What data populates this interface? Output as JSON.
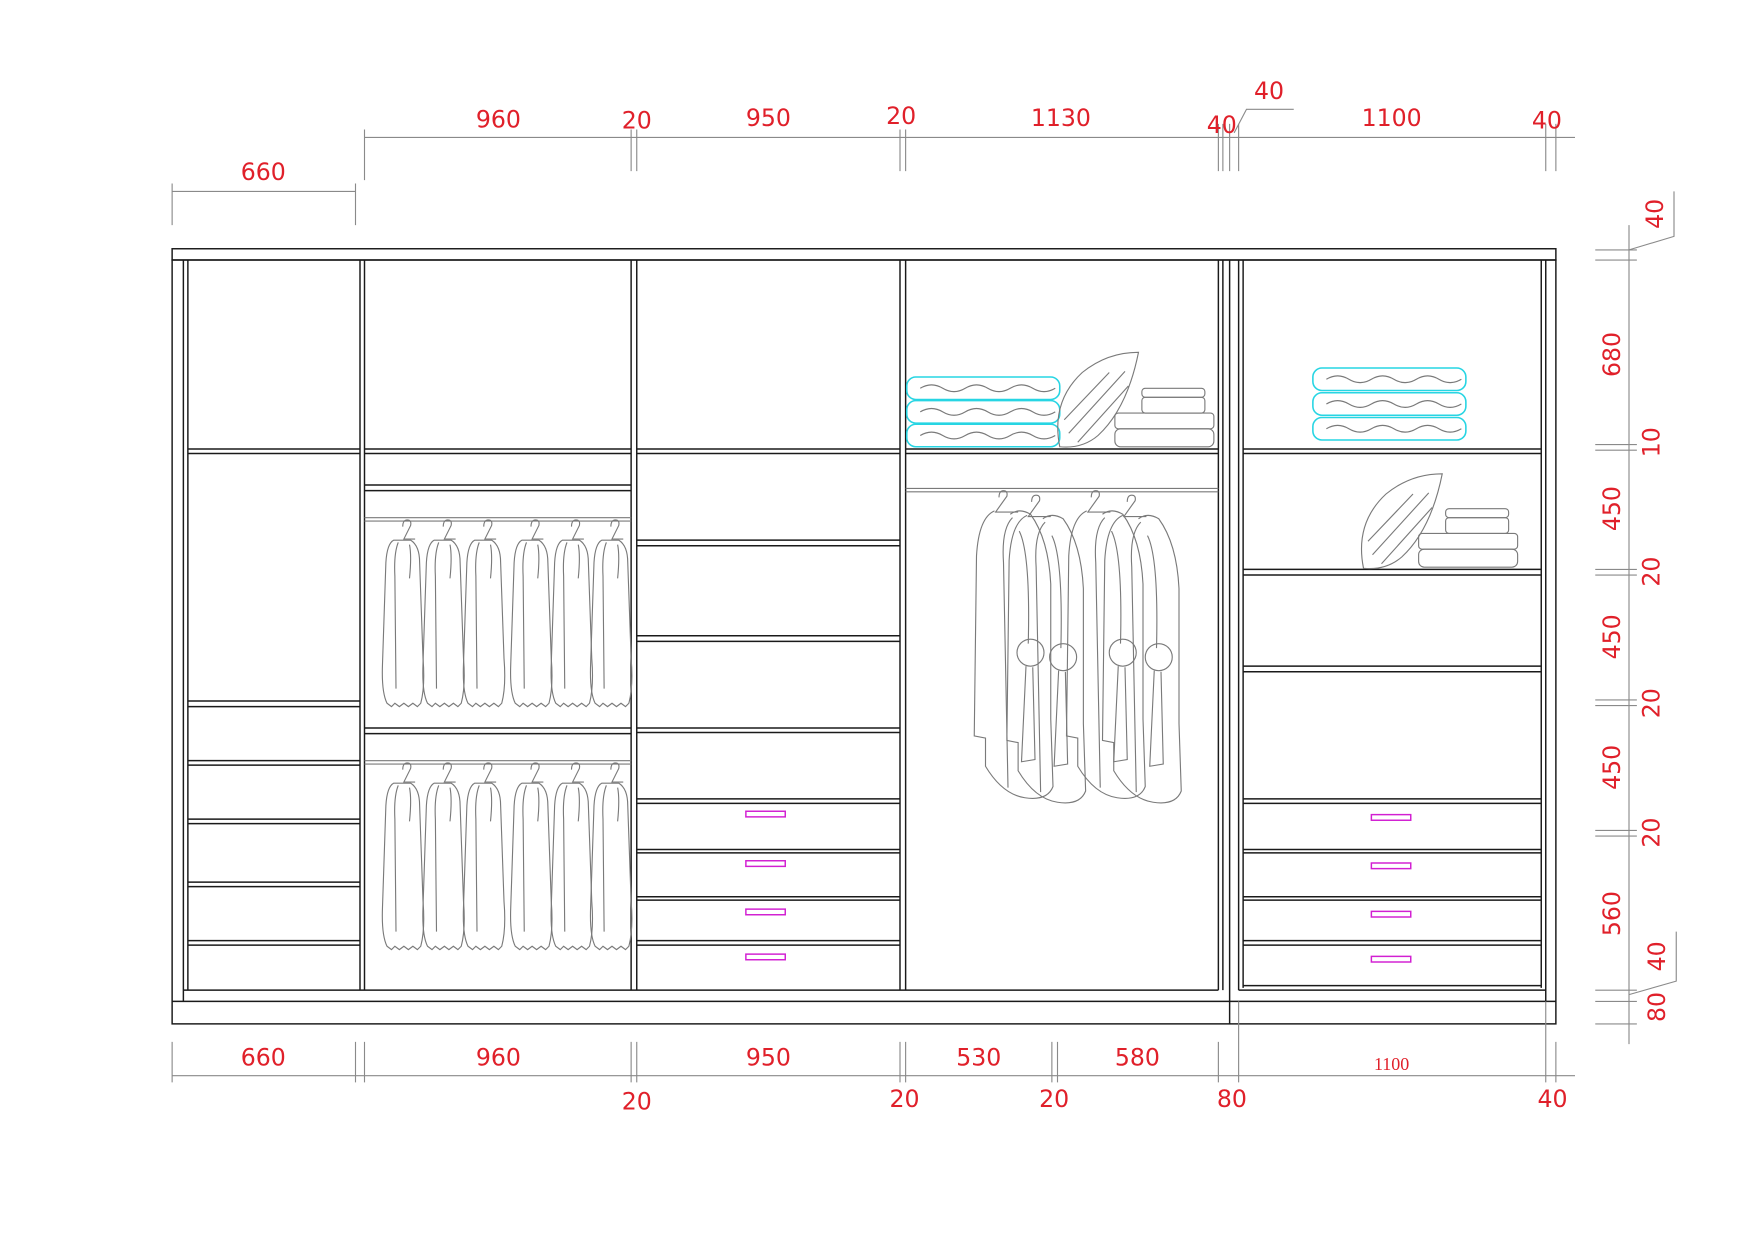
{
  "colors": {
    "dimension_text": "#e0202a",
    "lines": "#1a1a1a",
    "towels": "#27d5e3",
    "handles": "#d21fd2",
    "clothes": "#7a7a7a"
  },
  "top_dims": {
    "c1": "660",
    "c2": "960",
    "g1": "20",
    "c3": "950",
    "g2": "20",
    "c4": "1130",
    "g3": "40",
    "leader": "40",
    "c5": "1100",
    "g4": "40"
  },
  "bottom_dims": {
    "c1": "660",
    "c2": "960",
    "c3": "950",
    "c4a": "530",
    "c4b": "580",
    "c5": "1100",
    "g1": "20",
    "g2": "20",
    "g3": "20",
    "g4": "80",
    "g5": "40"
  },
  "right_dims": {
    "top": "40",
    "h1": "680",
    "s1": "10",
    "h2": "450",
    "s2": "20",
    "h3": "450",
    "s3": "20",
    "h4": "450",
    "s4": "20",
    "h5": "560",
    "bot": "40",
    "plinth": "80"
  }
}
